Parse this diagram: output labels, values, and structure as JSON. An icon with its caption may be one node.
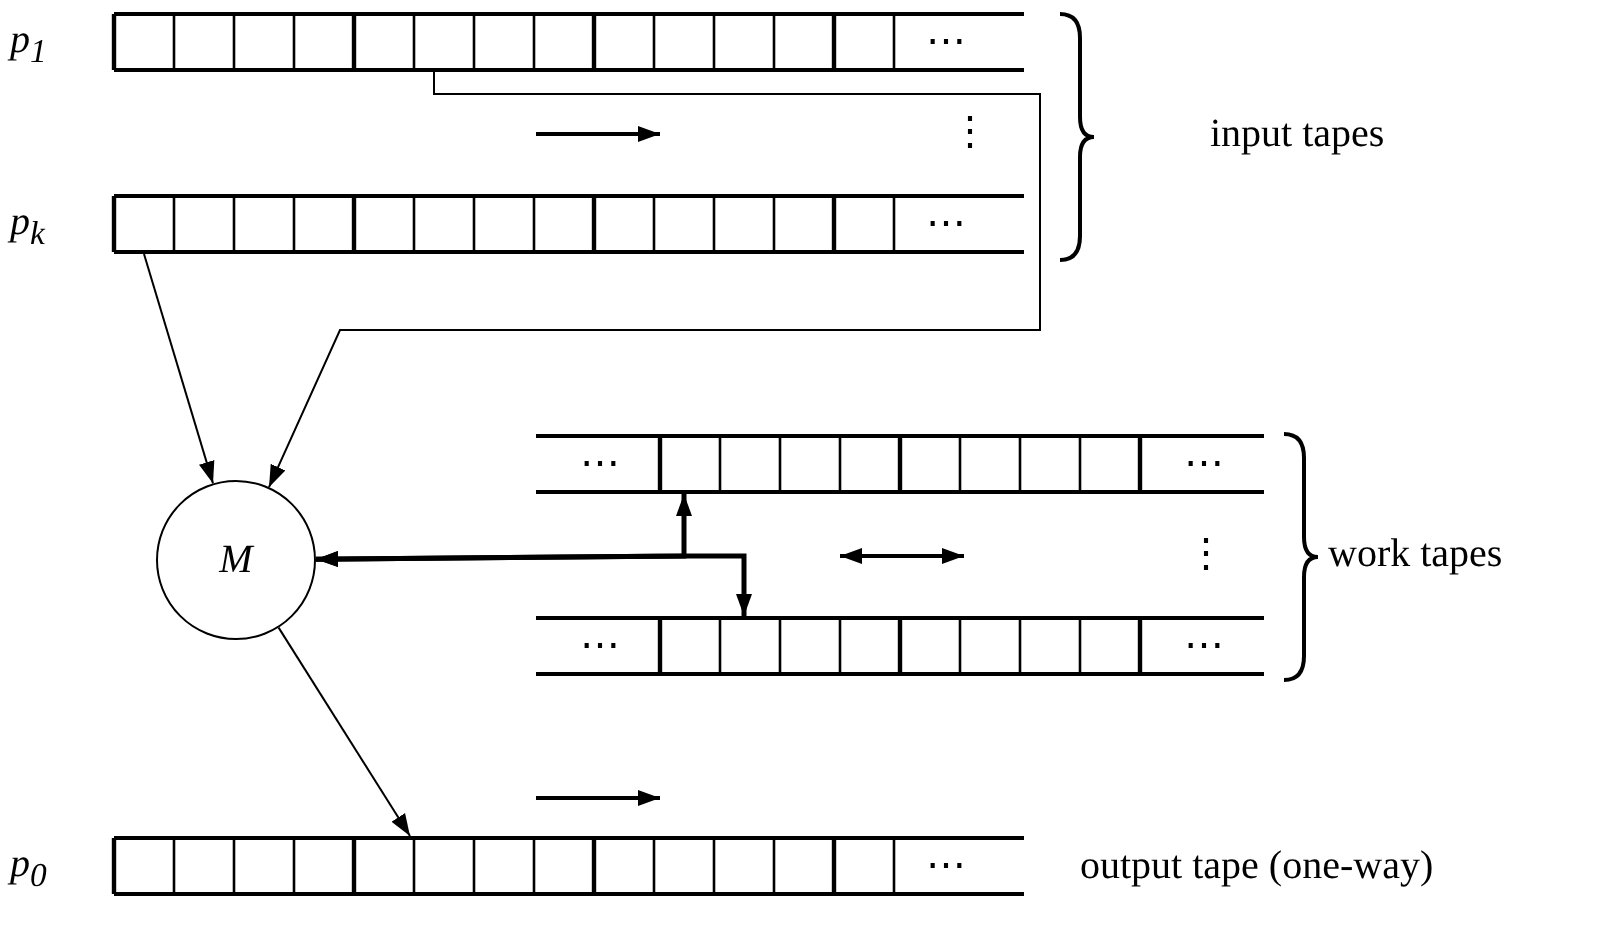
{
  "diagram": {
    "nodes": [
      {
        "text": [
          "p$_{1}$",
          "⋯"
        ]
      },
      {
        "text": [
          "p$_{k}$",
          "⋯"
        ]
      },
      {
        "text": [
          "M"
        ]
      },
      {
        "text": [
          "⋯",
          "⋯"
        ]
      },
      {
        "text": [
          "⋯",
          "⋯"
        ]
      },
      {
        "text": [
          "p$_{0}$",
          "⋯"
        ]
      }
    ],
    "edges": [
      {
        "from": 0,
        "to": 2,
        "arrow": "to"
      },
      {
        "from": 1,
        "to": 2,
        "arrow": "to"
      },
      {
        "from": 3,
        "to": 2,
        "arrow": "both",
        "style": "thick"
      },
      {
        "from": 4,
        "to": 2,
        "arrow": "both",
        "style": "thick"
      },
      {
        "from": 2,
        "to": 5,
        "arrow": "to"
      }
    ],
    "labels": [
      "⋮",
      "input tapes",
      "⋮",
      "work tapes",
      "output tape (one-way)"
    ]
  }
}
